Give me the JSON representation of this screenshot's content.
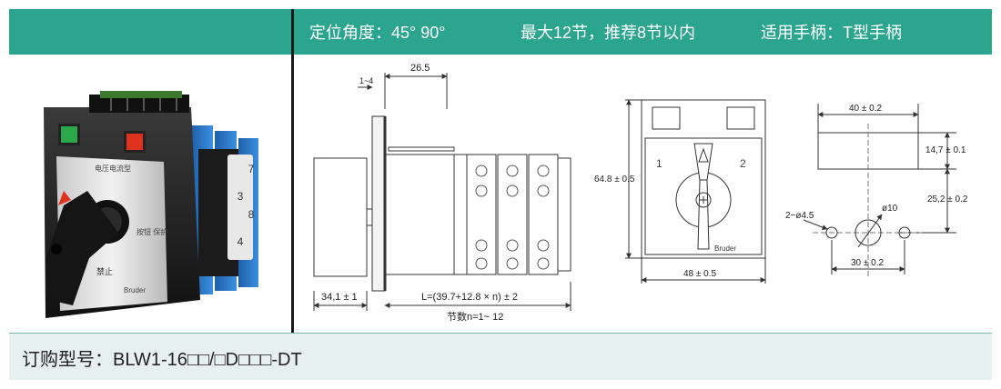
{
  "header": {
    "angle": "定位角度：45°  90°",
    "sections": "最大12节，推荐8节以内",
    "handle": "适用手柄：T型手柄"
  },
  "product_photo": {
    "plate_text": "电压电流型",
    "forbid_text": "禁止",
    "protect_text": "按钮 保护",
    "brand": "Bruder",
    "ring_numbers": [
      "3",
      "4",
      "7",
      "8"
    ],
    "lamp_colors": {
      "green": "#2aa84a",
      "red": "#e0301e"
    }
  },
  "side_view": {
    "dim_top": "26.5",
    "dim_small": "1~4",
    "dim_left": "34,1 ± 1",
    "dim_length": "L=(39.7+12.8 × n) ± 2",
    "sections_note": "节数n=1~ 12"
  },
  "front_view": {
    "height": "64.8 ± 0.5",
    "width": "48 ± 0.5",
    "pos1": "1",
    "pos2": "2",
    "brand": "Bruder"
  },
  "cutout_view": {
    "width": "40 ± 0.2",
    "height1": "14,7 ± 0.1",
    "height2": "25,2 ± 0.2",
    "hole_small": "2−ø4.5",
    "hole_center": "ø10",
    "spacing": "30 ± 0.2"
  },
  "footer": {
    "order_code": "订购型号：BLW1-16□□/□D□□□-DT"
  },
  "colors": {
    "header_bg": "#2ba58e",
    "footer_bg": "#e6f0ee"
  }
}
